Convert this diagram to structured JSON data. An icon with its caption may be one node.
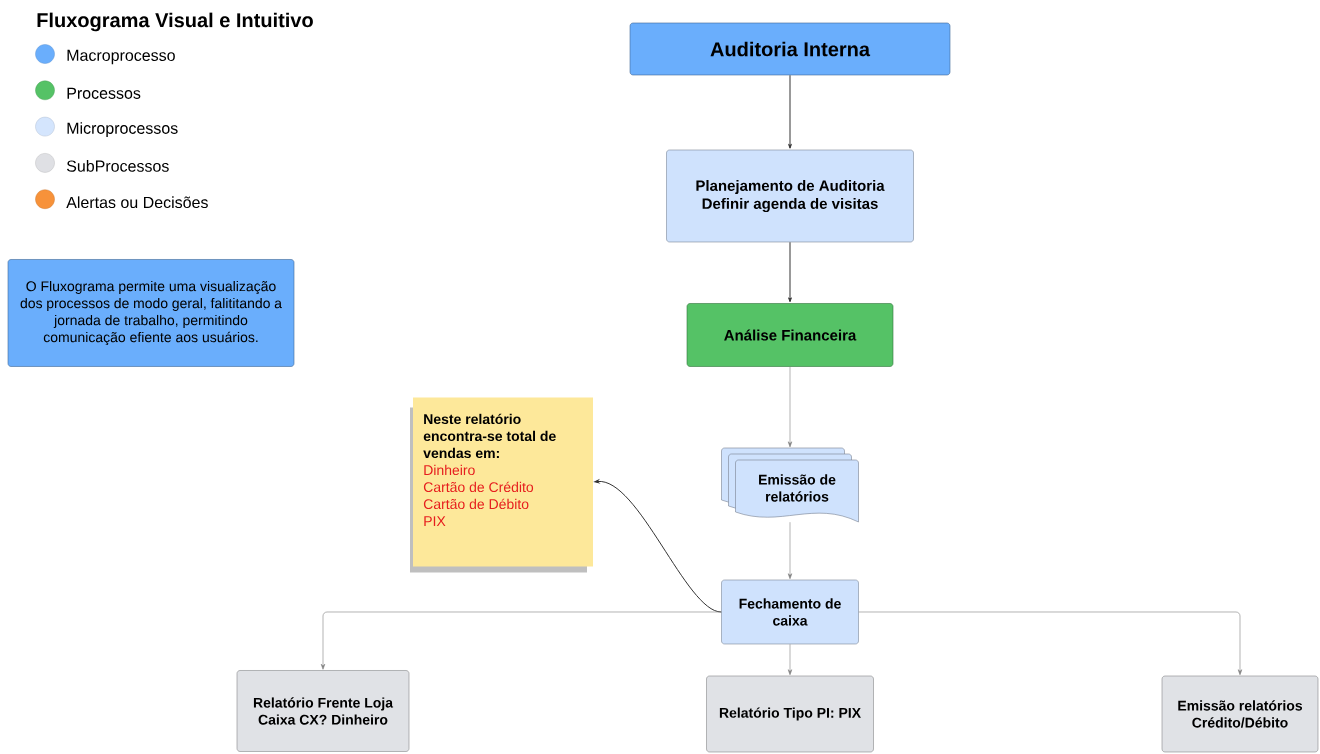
{
  "diagram": {
    "title": "Fluxograma Visual e Intuitivo",
    "nodes": [
      {
        "text": [
          "Auditoria Interna"
        ]
      },
      {
        "text": [
          "Planejamento de Auditoria",
          "Definir agenda de visitas"
        ]
      },
      {
        "text": [
          "Análise Financeira"
        ]
      },
      {
        "text": [
          "Emissão de relatórios"
        ]
      },
      {
        "text": [
          "Fechamento de caixa"
        ]
      },
      {
        "text": [
          "Neste relatório encontra-se total de vendas em:",
          "Dinheiro",
          "Cartão de Crédito",
          "Cartão de Débito",
          "PIX"
        ]
      },
      {
        "text": [
          "Relatório Frente Loja Caixa CX? Dinheiro"
        ]
      },
      {
        "text": [
          "Relatório Tipo PI: PIX"
        ]
      },
      {
        "text": [
          "Emissão relatórios Crédito/Débito"
        ]
      },
      {
        "text": [
          "O Fluxograma permite uma visualização dos processos de modo geral, falititando a jornada de trabalho, permitindo comunicação efiente aos usuários."
        ]
      }
    ],
    "edges": [
      {
        "from": 0,
        "to": 1,
        "arrow": "to",
        "color": "#333333"
      },
      {
        "from": 1,
        "to": 2,
        "arrow": "to",
        "color": "#333333"
      },
      {
        "from": 2,
        "to": 3,
        "arrow": "to"
      },
      {
        "from": 3,
        "to": 4,
        "arrow": "to"
      },
      {
        "from": 4,
        "to": 5,
        "arrow": "to",
        "color": "#333333"
      },
      {
        "from": 4,
        "to": 6,
        "arrow": "to"
      },
      {
        "from": 4,
        "to": 7,
        "arrow": "to"
      },
      {
        "from": 4,
        "to": 8,
        "arrow": "to"
      }
    ],
    "legend": [
      {
        "text": "Macroprocesso",
        "color": "#6aaefc"
      },
      {
        "text": "Processos",
        "color": "#55c266"
      },
      {
        "text": "Microprocessos",
        "color": "#d4e5fd"
      },
      {
        "text": "SubProcessos",
        "color": "#dfe0e4"
      },
      {
        "text": "Alertas ou Decisões",
        "color": "#f7923a"
      }
    ]
  }
}
